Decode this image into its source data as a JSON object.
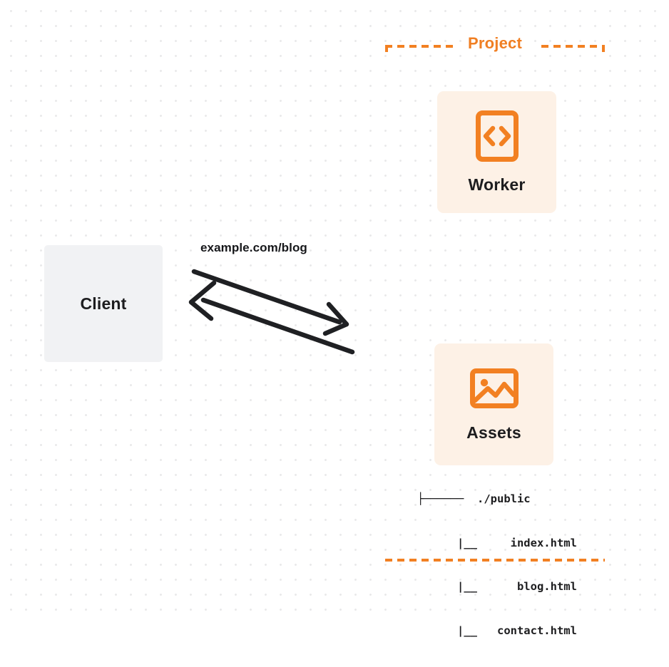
{
  "diagram": {
    "title": "Project",
    "background": {
      "style": "dot-grid",
      "dot_color": "#e9e9ea",
      "page_color": "#ffffff"
    },
    "colors": {
      "accent_orange": "#f28022",
      "title_orange": "#f07f23",
      "card_fill": "#fdf1e6",
      "client_fill": "#f1f2f4",
      "text_dark": "#1d1d1f",
      "arrow_black": "#1f2023"
    }
  },
  "client": {
    "label": "Client",
    "icon": "client-box"
  },
  "connection": {
    "label": "example.com/blog",
    "request_arrow": "arrow-right",
    "response_arrow": "arrow-left"
  },
  "project": {
    "title": "Project",
    "nodes": [
      {
        "id": "worker",
        "label": "Worker",
        "icon": "code-file-icon"
      },
      {
        "id": "assets",
        "label": "Assets",
        "icon": "image-icon"
      }
    ],
    "file_tree": {
      "rows": [
        "├──────  ./public",
        "      |__     index.html",
        "      |__      blog.html",
        "      |__   contact.html"
      ],
      "root": "./public",
      "files": [
        "index.html",
        "blog.html",
        "contact.html"
      ]
    }
  }
}
